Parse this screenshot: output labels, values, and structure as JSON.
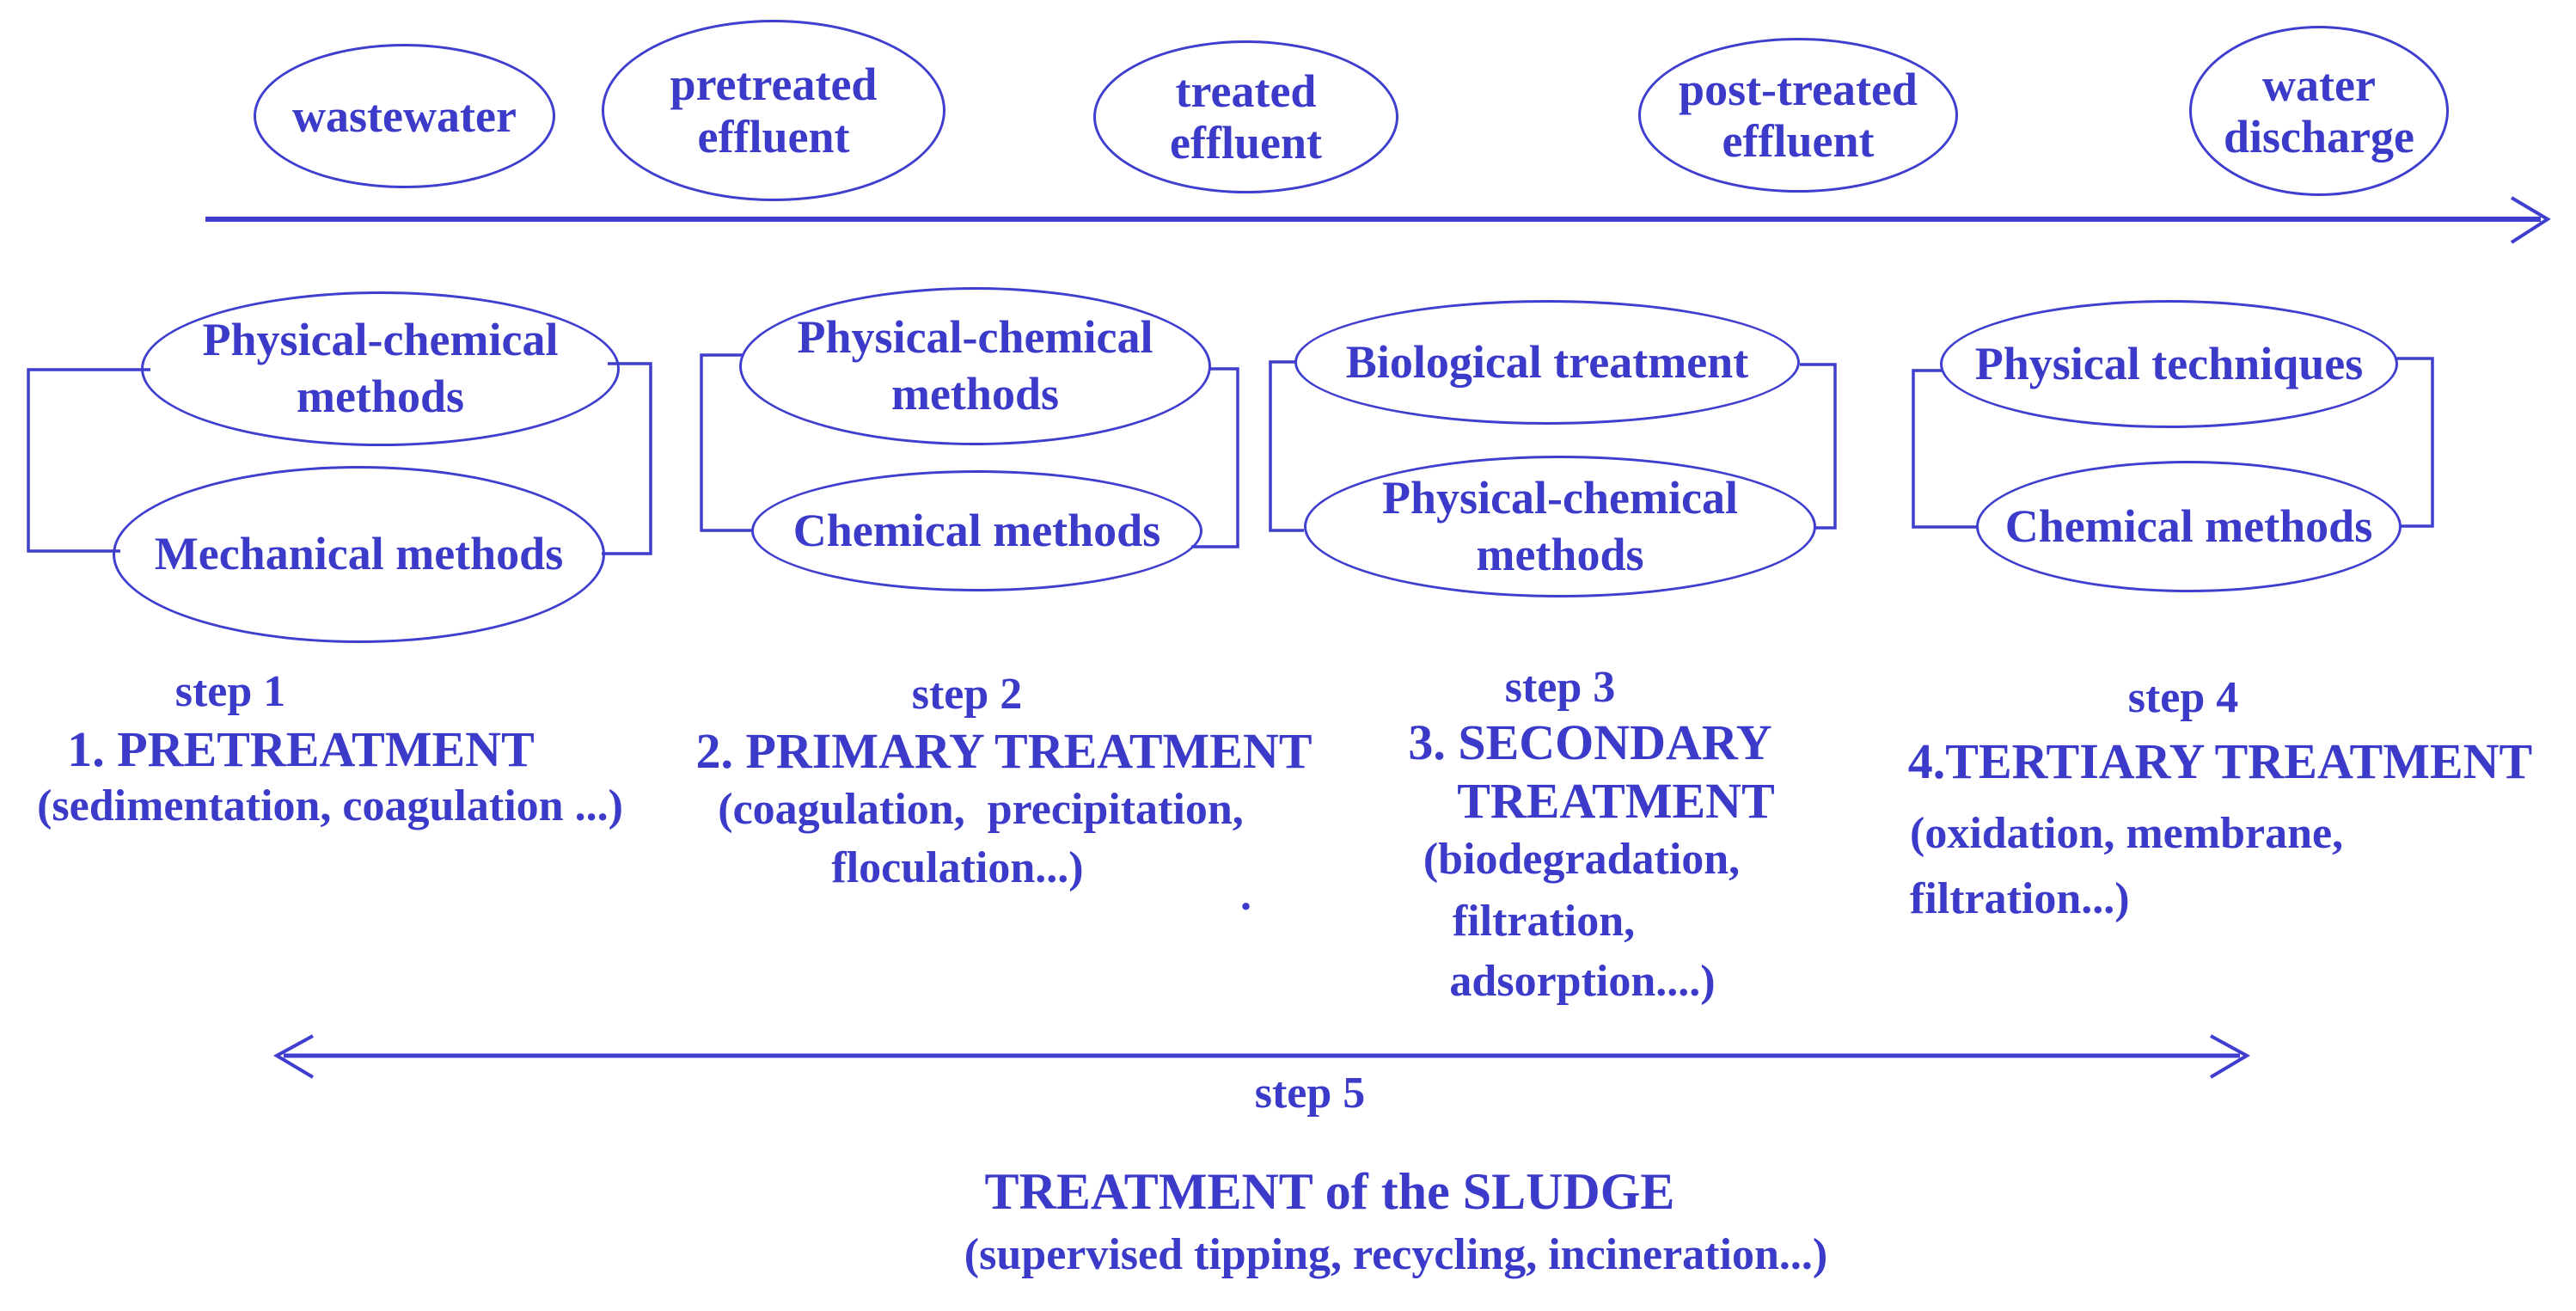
{
  "colors": {
    "ink_text": "#3b3ac9",
    "ink_line": "#3f3ecf",
    "background": "#ffffff"
  },
  "flow_stages": [
    {
      "label": "wastewater"
    },
    {
      "label": "pretreated effluent"
    },
    {
      "label": "treated effluent"
    },
    {
      "label": "post-treated effluent"
    },
    {
      "label": "water discharge"
    }
  ],
  "method_groups": [
    {
      "top": "Physical-chemical methods",
      "bottom": "Mechanical methods"
    },
    {
      "top": "Physical-chemical methods",
      "bottom": "Chemical methods"
    },
    {
      "top": "Biological treatment",
      "bottom": "Physical-chemical methods"
    },
    {
      "top": "Physical techniques",
      "bottom": "Chemical methods"
    }
  ],
  "steps": [
    {
      "label": "step 1",
      "title_lines": [
        "1. PRETREATMENT"
      ],
      "details": [
        "(sedimentation, coagulation ...)"
      ]
    },
    {
      "label": "step 2",
      "title_lines": [
        "2. PRIMARY TREATMENT"
      ],
      "details": [
        "(coagulation,  precipitation,",
        "floculation...)"
      ]
    },
    {
      "label": "step 3",
      "title_lines": [
        "3. SECONDARY",
        "TREATMENT"
      ],
      "details": [
        "(biodegradation,",
        "filtration,",
        "adsorption....)"
      ]
    },
    {
      "label": "step 4",
      "title_lines": [
        "4.TERTIARY TREATMENT"
      ],
      "details": [
        "(oxidation, membrane,",
        "filtration...)"
      ]
    }
  ],
  "sludge_step": {
    "label": "step 5",
    "title": "TREATMENT of the SLUDGE",
    "details": "(supervised tipping, recycling, incineration...)"
  },
  "stray_mark": "."
}
